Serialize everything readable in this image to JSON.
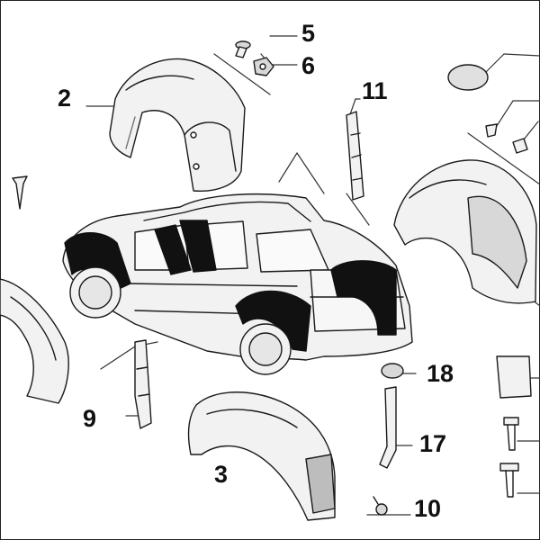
{
  "diagram": {
    "colors": {
      "ink": "#1a1a1a",
      "part_fill": "#f2f2f2",
      "shade": "#c8c8c8",
      "liner_black": "#111111",
      "background": "#ffffff"
    },
    "callouts": [
      "2",
      "3",
      "5",
      "6",
      "9",
      "10",
      "11",
      "17",
      "18"
    ]
  }
}
